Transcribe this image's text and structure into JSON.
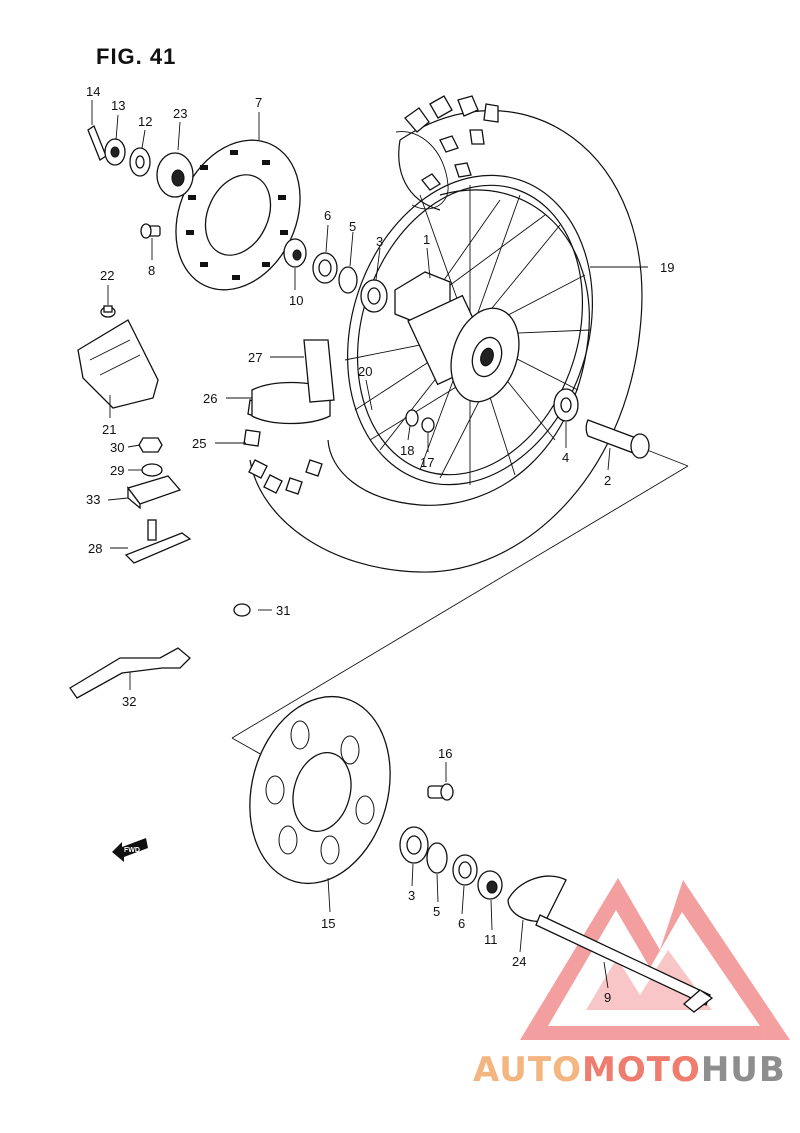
{
  "figure": {
    "title": "FIG. 41"
  },
  "fwd_label": "FWD",
  "logo": {
    "part1": "AUTO",
    "part2": "MOTO",
    "part3": "HUB",
    "colors": {
      "auto": "#f4b680",
      "moto": "#ef7d6f",
      "hub": "#8e8e8e",
      "triangle": "#f08080"
    }
  },
  "callouts": {
    "c1": "1",
    "c2": "2",
    "c3a": "3",
    "c3b": "3",
    "c4": "4",
    "c5a": "5",
    "c5b": "5",
    "c6a": "6",
    "c6b": "6",
    "c7": "7",
    "c8": "8",
    "c9": "9",
    "c10": "10",
    "c11": "11",
    "c12": "12",
    "c13": "13",
    "c14": "14",
    "c15": "15",
    "c16": "16",
    "c17": "17",
    "c18": "18",
    "c19": "19",
    "c20": "20",
    "c21": "21",
    "c22": "22",
    "c23": "23",
    "c24": "24",
    "c25": "25",
    "c26": "26",
    "c27": "27",
    "c28": "28",
    "c29": "29",
    "c30": "30",
    "c31": "31",
    "c32": "32",
    "c33": "33"
  }
}
